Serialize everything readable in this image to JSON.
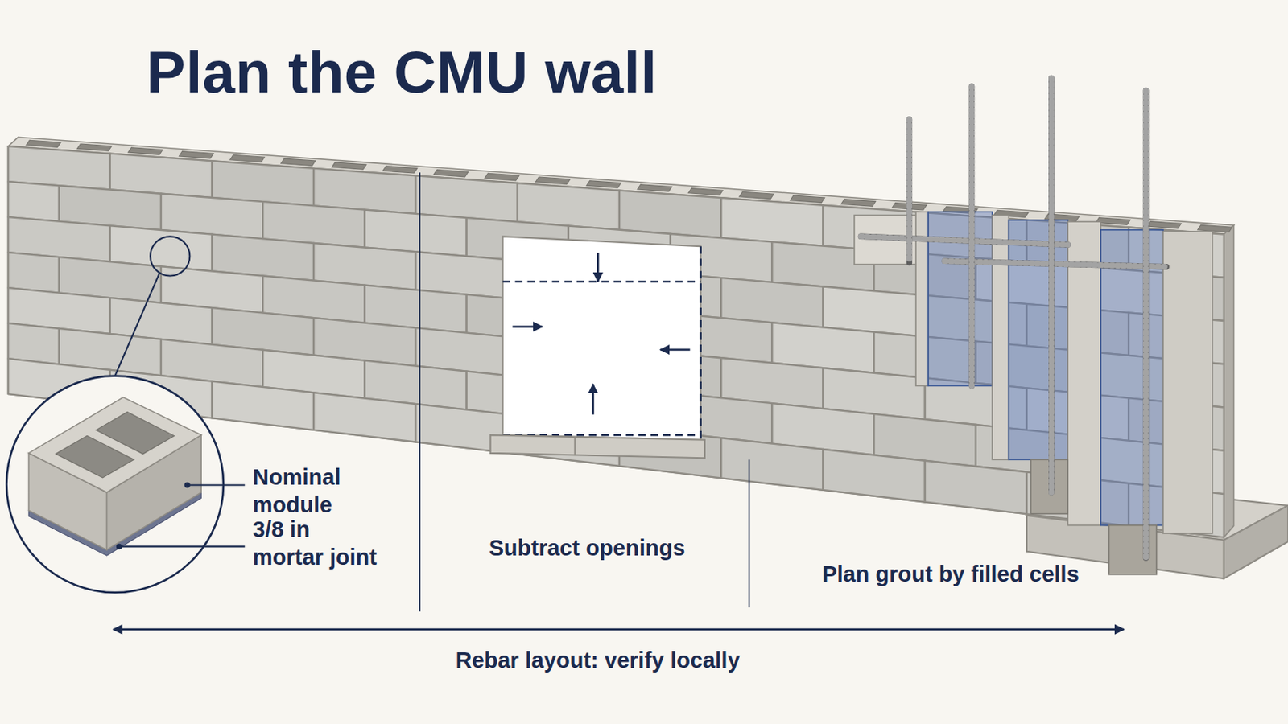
{
  "diagram": {
    "title": "Plan the CMU wall",
    "labels": [
      "Nominal module",
      "3/8 in mortar joint",
      "Subtract openings",
      "Plan grout by filled cells",
      "Rebar layout: verify locally"
    ]
  }
}
